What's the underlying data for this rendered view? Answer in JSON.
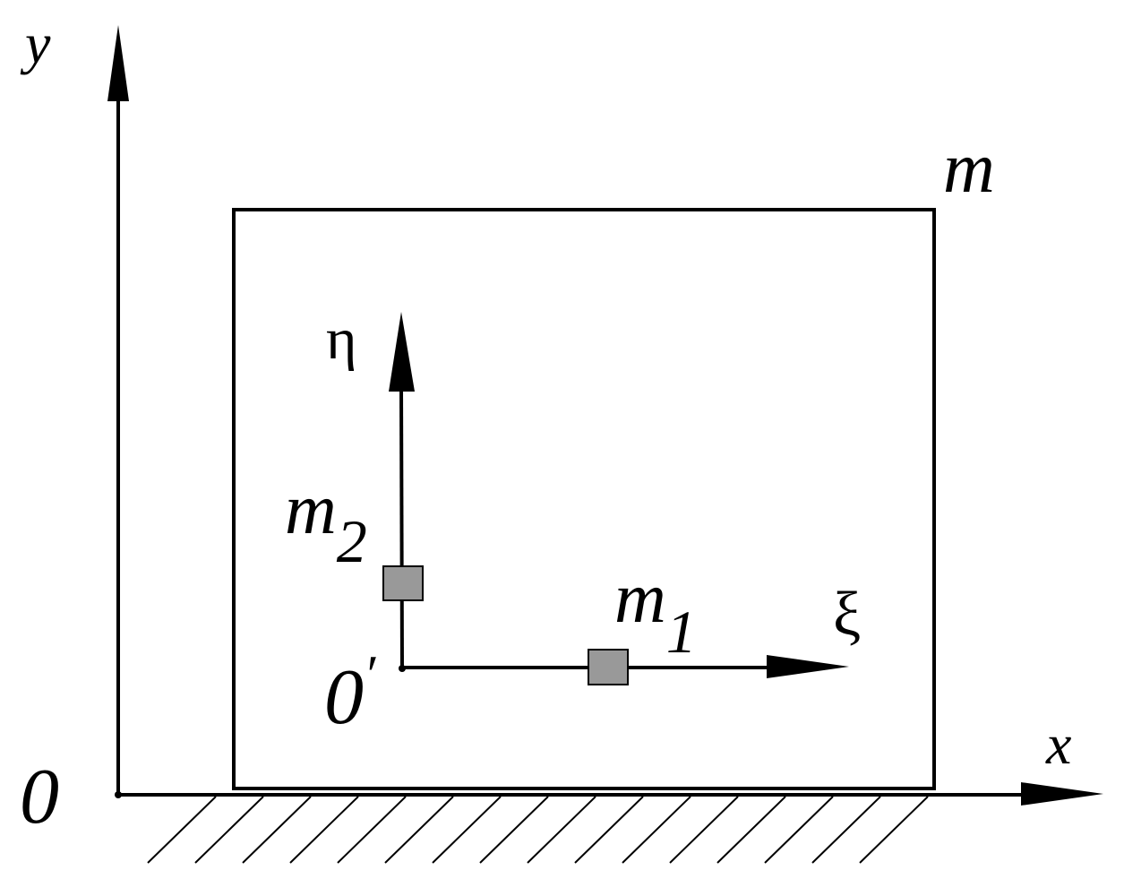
{
  "labels": {
    "y_axis": "y",
    "x_axis": "x",
    "origin": "0",
    "body_mass": "m",
    "eta_axis": "η",
    "xi_axis": "ξ",
    "m2_base": "m",
    "m2_sub": "2",
    "m1_base": "m",
    "m1_sub": "1",
    "local_origin_base": "0",
    "local_origin_prime": "′"
  },
  "colors": {
    "line": "#000000",
    "mass_fill": "#999999",
    "background": "#ffffff"
  }
}
